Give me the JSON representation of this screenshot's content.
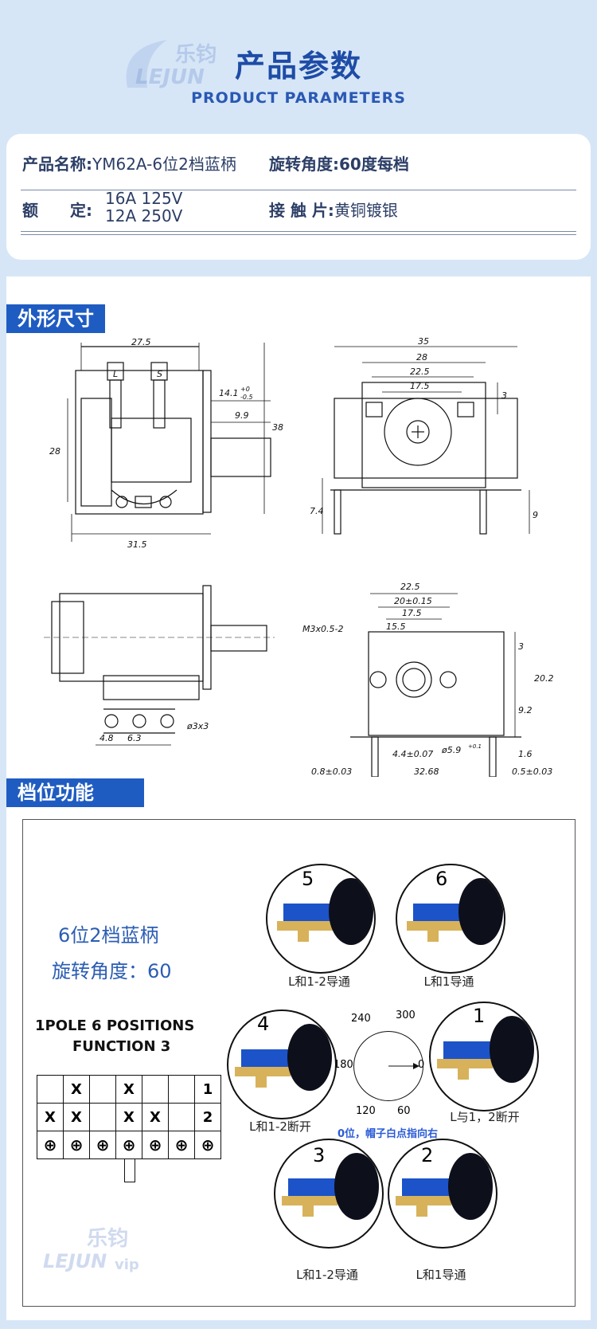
{
  "header": {
    "title": "产品参数",
    "subtitle": "PRODUCT PARAMETERS",
    "watermark_cn": "乐钧",
    "watermark_en": "LEJUN",
    "watermark_vip": "vip"
  },
  "params": {
    "name_label": "产品名称:",
    "name_value": "YM62A-6位2档蓝柄",
    "angle_label": "旋转角度:",
    "angle_value": "60度每档",
    "rated_label": "额　　定:",
    "rated_value_1": "16A 125V",
    "rated_value_2": "12A 250V",
    "contact_label": "接 触 片:",
    "contact_value": "黄铜镀银"
  },
  "sections": {
    "dimensions": "外形尺寸",
    "function": "档位功能"
  },
  "drawing1": {
    "d1": "27.5",
    "d2": "14.1",
    "d2_tol_top": "+0",
    "d2_tol_bot": "-0.5",
    "d3": "9.9",
    "d4": "28",
    "d5": "38",
    "d6": "31.5",
    "label_l": "L",
    "label_s": "S"
  },
  "drawing2": {
    "d1": "35",
    "d2": "28",
    "d3": "22.5",
    "d4": "17.5",
    "d5": "3",
    "d6": "7.4",
    "d7": "9"
  },
  "drawing3": {
    "d1": "4.8",
    "d2": "6.3",
    "d3": "ø3x3"
  },
  "drawing4": {
    "d1": "22.5",
    "d2": "20±0.15",
    "d3": "17.5",
    "d4": "15.5",
    "d5": "M3x0.5-2",
    "d6": "3",
    "d7": "20.2",
    "d8": "9.2",
    "d9": "1.6",
    "d10": "4.4±0.07",
    "d11": "ø5.9",
    "d11_sup": "+0.1",
    "d12": "0.8±0.03",
    "d13": "32.68",
    "d14": "0.5±0.03"
  },
  "function": {
    "line1": "6位2档蓝柄",
    "line2": "旋转角度：60",
    "pole_title_1": "1POLE 6 POSITIONS",
    "pole_title_2": "FUNCTION 3",
    "row_labels": [
      "1",
      "2"
    ],
    "row1_marks": [
      "",
      "X",
      "",
      "X",
      "",
      "",
      ""
    ],
    "row2_marks": [
      "X",
      "X",
      "",
      "X",
      "X",
      "",
      ""
    ],
    "dial_angles": [
      "240",
      "300",
      "180",
      "0",
      "120",
      "60"
    ],
    "dial_note": "0位，帽子白点指向右",
    "positions": [
      {
        "num": "5",
        "caption": "L和1-2导通"
      },
      {
        "num": "6",
        "caption": "L和1导通"
      },
      {
        "num": "4",
        "caption": "L和1-2断开"
      },
      {
        "num": "1",
        "caption": "L与1，2断开"
      },
      {
        "num": "3",
        "caption": "L和1-2导通"
      },
      {
        "num": "2",
        "caption": "L和1导通"
      }
    ]
  },
  "colors": {
    "brand_blue": "#1f5cc2",
    "title_blue": "#1e4ca6",
    "page_bg": "#d6e6f7",
    "switch_blue": "#1c53c8",
    "brass": "#d8b25a"
  }
}
